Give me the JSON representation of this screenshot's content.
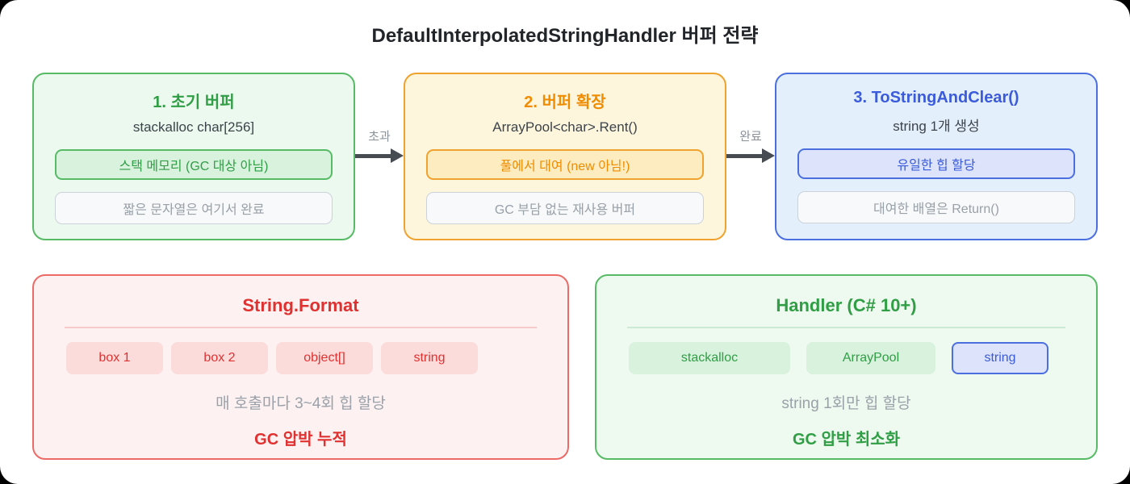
{
  "title": "DefaultInterpolatedStringHandler 버퍼 전략",
  "flow": {
    "stages": [
      {
        "title": "1. 초기 버퍼",
        "subtitle": "stackalloc char[256]",
        "highlight": "스택 메모리 (GC 대상 아님)",
        "note": "짧은 문자열은 여기서 완료",
        "accent": "#2f9e44"
      },
      {
        "title": "2. 버퍼 확장",
        "subtitle": "ArrayPool<char>.Rent()",
        "highlight": "풀에서 대여 (new 아님!)",
        "note": "GC 부담 없는 재사용 버퍼",
        "accent": "#f08c00"
      },
      {
        "title": "3. ToStringAndClear()",
        "subtitle": "string 1개 생성",
        "highlight": "유일한 힙 할당",
        "note": "대여한 배열은 Return()",
        "accent": "#3b5bdb"
      }
    ],
    "arrows": [
      {
        "label": "초과"
      },
      {
        "label": "완료"
      }
    ]
  },
  "comparison": {
    "left": {
      "title": "String.Format",
      "chips": [
        "box 1",
        "box 2",
        "object[]",
        "string"
      ],
      "note": "매 호출마다 3~4회 힙 할당",
      "verdict": "GC 압박 누적"
    },
    "right": {
      "title": "Handler (C# 10+)",
      "chips": [
        "stackalloc",
        "ArrayPool",
        "string"
      ],
      "note": "string 1회만 힙 할당",
      "verdict": "GC 압박 최소화"
    }
  },
  "colors": {
    "dark-text": "#212529",
    "subtitle-text": "#3d434b",
    "green-accent": "#2f9e44",
    "green-border": "#57bb66",
    "green-bg": "#ebf9ee",
    "green-bg2": "#eef9f0",
    "green-chip-bg": "#d9f2de",
    "green-divider": "#cdebd3",
    "amber-accent": "#f08c00",
    "amber-border": "#f0a22f",
    "amber-bg": "#fdf6dc",
    "amber-chip-bg": "#fcecbf",
    "blue-accent": "#3b5bdb",
    "blue-border": "#4c6fe0",
    "blue-bg": "#e3f0fc",
    "blue-chip-bg": "#dce3fa",
    "red-accent": "#e03131",
    "red-border": "#ec6b66",
    "red-bg": "#fdf1f1",
    "red-chip-bg": "#fbdcdb",
    "red-divider": "#f5cac8",
    "muted-bg": "#f8f9fa",
    "muted-border": "#ccd2da",
    "muted-text": "#98a0a8",
    "gray-text": "#9aa1a9",
    "arrow-color": "#474c53",
    "arrow-label": "#8a9199"
  }
}
